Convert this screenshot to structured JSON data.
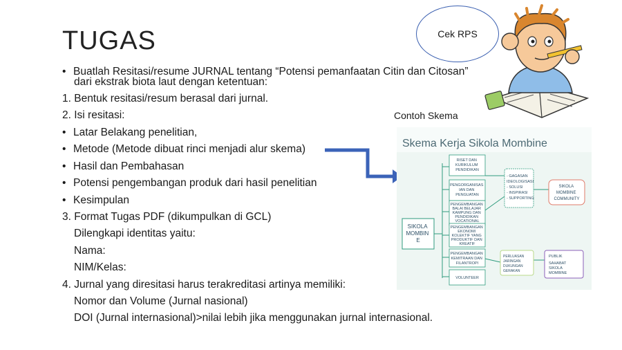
{
  "slide": {
    "title": "TUGAS",
    "lines": [
      "Buatlah Resitasi/resume JURNAL tentang “Potensi pemanfaatan Citin dan Citosan”",
      "dari ekstrak biota laut dengan ketentuan:",
      "1. Bentuk resitasi/resum berasal dari jurnal.",
      "2. Isi resitasi:",
      "Latar Belakang penelitian,",
      "Metode (Metode dibuat rinci menjadi alur skema)",
      "Hasil dan Pembahasan",
      "Potensi pengembangan produk dari hasil penelitian",
      "Kesimpulan",
      "3. Format Tugas PDF (dikumpulkan di GCL)",
      "Dilengkapi identitas yaitu:",
      "Nama:",
      "NIM/Kelas:",
      "4. Jurnal yang diresitasi harus terakreditasi artinya memiliki:",
      "Nomor dan Volume (Jurnal nasional)",
      "DOI (Jurnal internasional)>nilai lebih jika menggunakan jurnal internasional."
    ],
    "callout": "Cek RPS",
    "example_label": "Contoh Skema"
  },
  "schema": {
    "title": "Skema Kerja Sikola Mombine",
    "root": [
      "SIKOLA",
      "MOMBIN",
      "E"
    ],
    "branches": [
      [
        "RISET DAN",
        "KURIKULUM",
        "PENDIDIKAN"
      ],
      [
        "PENGORGANISAS",
        "IAN DAN",
        "PENGUATAN"
      ],
      [
        "PENGEMBANGAN",
        "BALAI BELAJAR",
        "KAMPUNG DAN",
        "PENDIDIKAN",
        "VOCATIONAL"
      ],
      [
        "PENGEMBANGAN",
        "EKONOMI",
        "KOLEKTIF YANG",
        "PRODUKTIF DAN",
        "KREATIF"
      ],
      [
        "PENGEMBANGAN",
        "KEMITRAAN DAN",
        "FILANTROPI"
      ],
      [
        "VOLUNTEER"
      ]
    ],
    "mid_top": [
      "- GAGASAN",
      "IDEOLOGISASI",
      "- SOLUSI",
      "- INSPIRASI",
      "- SUPPORTING"
    ],
    "right_top": [
      "SIKOLA",
      "MOMBINE",
      "COMMUNITY"
    ],
    "mid_bottom": [
      "PERLUASAN",
      "JARINGAN",
      "",
      "DUKUNGAN",
      "GERAKAN"
    ],
    "right_bottom": [
      "PUBLIK",
      "",
      "SAHABAT",
      "SIKOLA",
      "MOMBINE"
    ]
  },
  "colors": {
    "title": "#222222",
    "arrow": "#3b63b8",
    "oval": "#3a5fb0",
    "schema_bg": "#eef6f3",
    "schema_green": "#2e9b7d"
  }
}
